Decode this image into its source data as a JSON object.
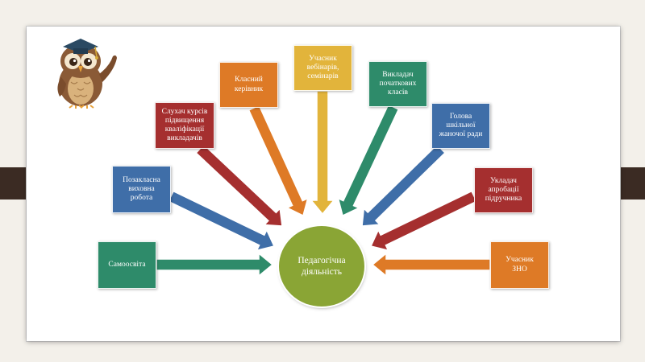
{
  "diagram": {
    "center": {
      "label": "Педагогічна\nдіяльність"
    },
    "nodes": [
      {
        "id": "self-education",
        "label": "Самоосвіта",
        "color": "#2e8b6a"
      },
      {
        "id": "extracurricular",
        "label": "Позакласна\nвиховна\nробота",
        "color": "#3f6ea8"
      },
      {
        "id": "courses",
        "label": "Слухач курсів\nпідвищення\nкваліфікації\nвикладачів",
        "color": "#a52f2f"
      },
      {
        "id": "class-teacher",
        "label": "Класний\nкерівник",
        "color": "#de7a26"
      },
      {
        "id": "webinars",
        "label": "Учасник\nвебінарів,\nсемінарів",
        "color": "#e2b43b"
      },
      {
        "id": "primary-teacher",
        "label": "Викладач\nпочаткових\nкласів",
        "color": "#2e8b6a"
      },
      {
        "id": "women-council",
        "label": "Голова\nшкільної\nжаночої ради",
        "color": "#3f6ea8"
      },
      {
        "id": "textbook-approval",
        "label": "Укладач\nапробації\nпідручника",
        "color": "#a52f2f"
      },
      {
        "id": "zno",
        "label": "Учасник\nЗНО",
        "color": "#de7a26"
      }
    ]
  }
}
